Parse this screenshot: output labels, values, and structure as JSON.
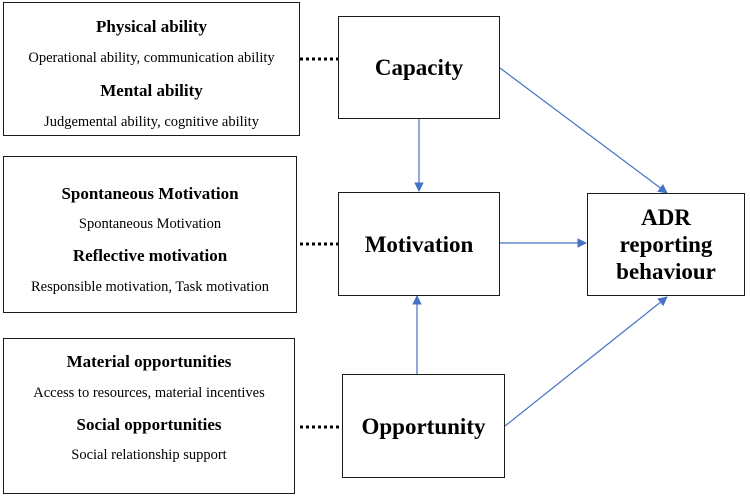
{
  "factor_groups": [
    {
      "heading_1": "Physical ability",
      "detail_1": "Operational ability, communication ability",
      "heading_2": "Mental ability",
      "detail_2": "Judgemental ability, cognitive ability"
    },
    {
      "heading_1": "Spontaneous Motivation",
      "detail_1": "Spontaneous Motivation",
      "heading_2": "Reflective motivation",
      "detail_2": "Responsible motivation, Task motivation"
    },
    {
      "heading_1": "Material opportunities",
      "detail_1": "Access to resources, material incentives",
      "heading_2": "Social opportunities",
      "detail_2": "Social relationship support"
    }
  ],
  "nodes": {
    "capacity": "Capacity",
    "motivation": "Motivation",
    "opportunity": "Opportunity",
    "outcome": {
      "line_1": "ADR",
      "line_2": "reporting",
      "line_3": "behaviour"
    }
  },
  "colors": {
    "arrow": "#4472c4",
    "dotted_link": "#000000",
    "border": "#1a1a1a"
  }
}
